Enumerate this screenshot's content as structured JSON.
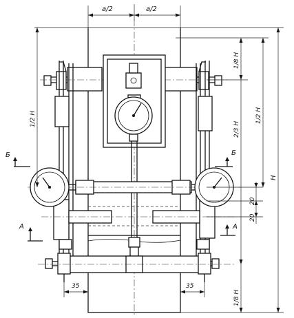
{
  "dimensions": {
    "top_left": "a/2",
    "top_right": "a/2",
    "right_H": "H",
    "right_half_H": "1/2 H",
    "right_two_thirds_H": "2/3 H",
    "right_eighth_H": "1/8 H",
    "right_gap_upper": "20",
    "right_gap_lower": "20",
    "left_half_H": "1/2 H",
    "bottom_left": "35",
    "bottom_right": "35",
    "bottom_eighth_H": "1/8 H"
  },
  "sections": {
    "b_left": "Б",
    "b_right": "Б",
    "a_left": "А",
    "a_right": "А"
  }
}
